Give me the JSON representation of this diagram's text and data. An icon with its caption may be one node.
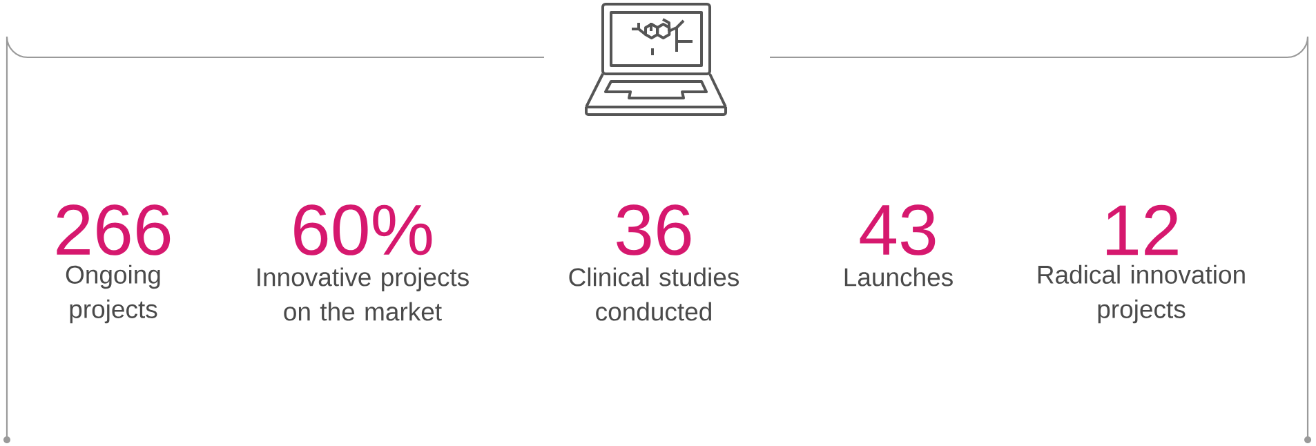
{
  "diagram": {
    "labels": [
      "266",
      "Ongoing projects",
      "60%",
      "Innovative projects on the market",
      "36",
      "Clinical studies conducted",
      "43",
      "Launches",
      "12",
      "Radical innovation projects"
    ]
  }
}
